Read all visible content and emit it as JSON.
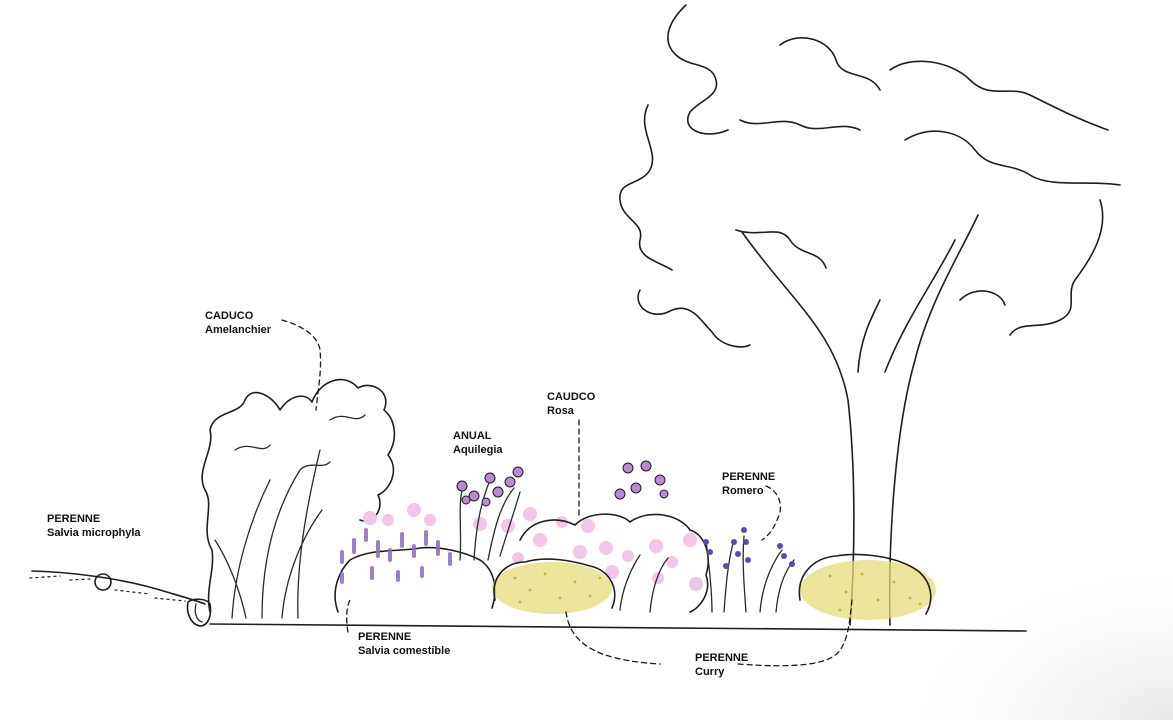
{
  "labels": [
    {
      "id": "caduco-amelanchier",
      "category": "CADUCO",
      "plant": "Amelanchier"
    },
    {
      "id": "anual-aquilegia",
      "category": "ANUAL",
      "plant": "Aquilegia"
    },
    {
      "id": "caudco-rosa",
      "category": "CAUDCO",
      "plant": "Rosa"
    },
    {
      "id": "perenne-romero",
      "category": "PERENNE",
      "plant": "Romero"
    },
    {
      "id": "perenne-salvia-microphyla",
      "category": "PERENNE",
      "plant": "Salvia microphyla"
    },
    {
      "id": "perenne-salvia-comestible",
      "category": "PERENNE",
      "plant": "Salvia comestible"
    },
    {
      "id": "perenne-curry",
      "category": "PERENNE",
      "plant": "Curry"
    }
  ],
  "colors": {
    "ink": "#1e1e1e",
    "lavender": "#8e6bbf",
    "pink_blossom": "#f1c6e6",
    "aquilegia_purple": "#b98ad0",
    "rosemary_violet": "#5a4bb0",
    "curry_yellow": "#c9c23a"
  }
}
